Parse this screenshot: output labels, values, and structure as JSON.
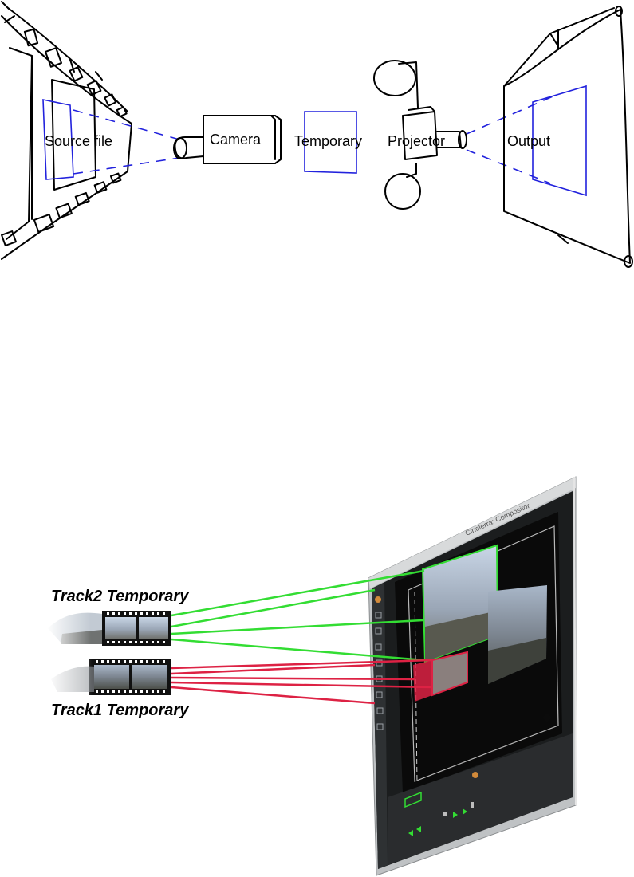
{
  "pipeline": {
    "source_label": "Source file",
    "camera_label": "Camera",
    "temporary_label": "Temporary",
    "projector_label": "Projector",
    "output_label": "Output"
  },
  "compositor": {
    "window_title": "Cinelerra: Compositor",
    "track2_label": "Track2 Temporary",
    "track1_label": "Track1 Temporary",
    "track2_color": "#33dd33",
    "track1_color": "#dd2244"
  }
}
